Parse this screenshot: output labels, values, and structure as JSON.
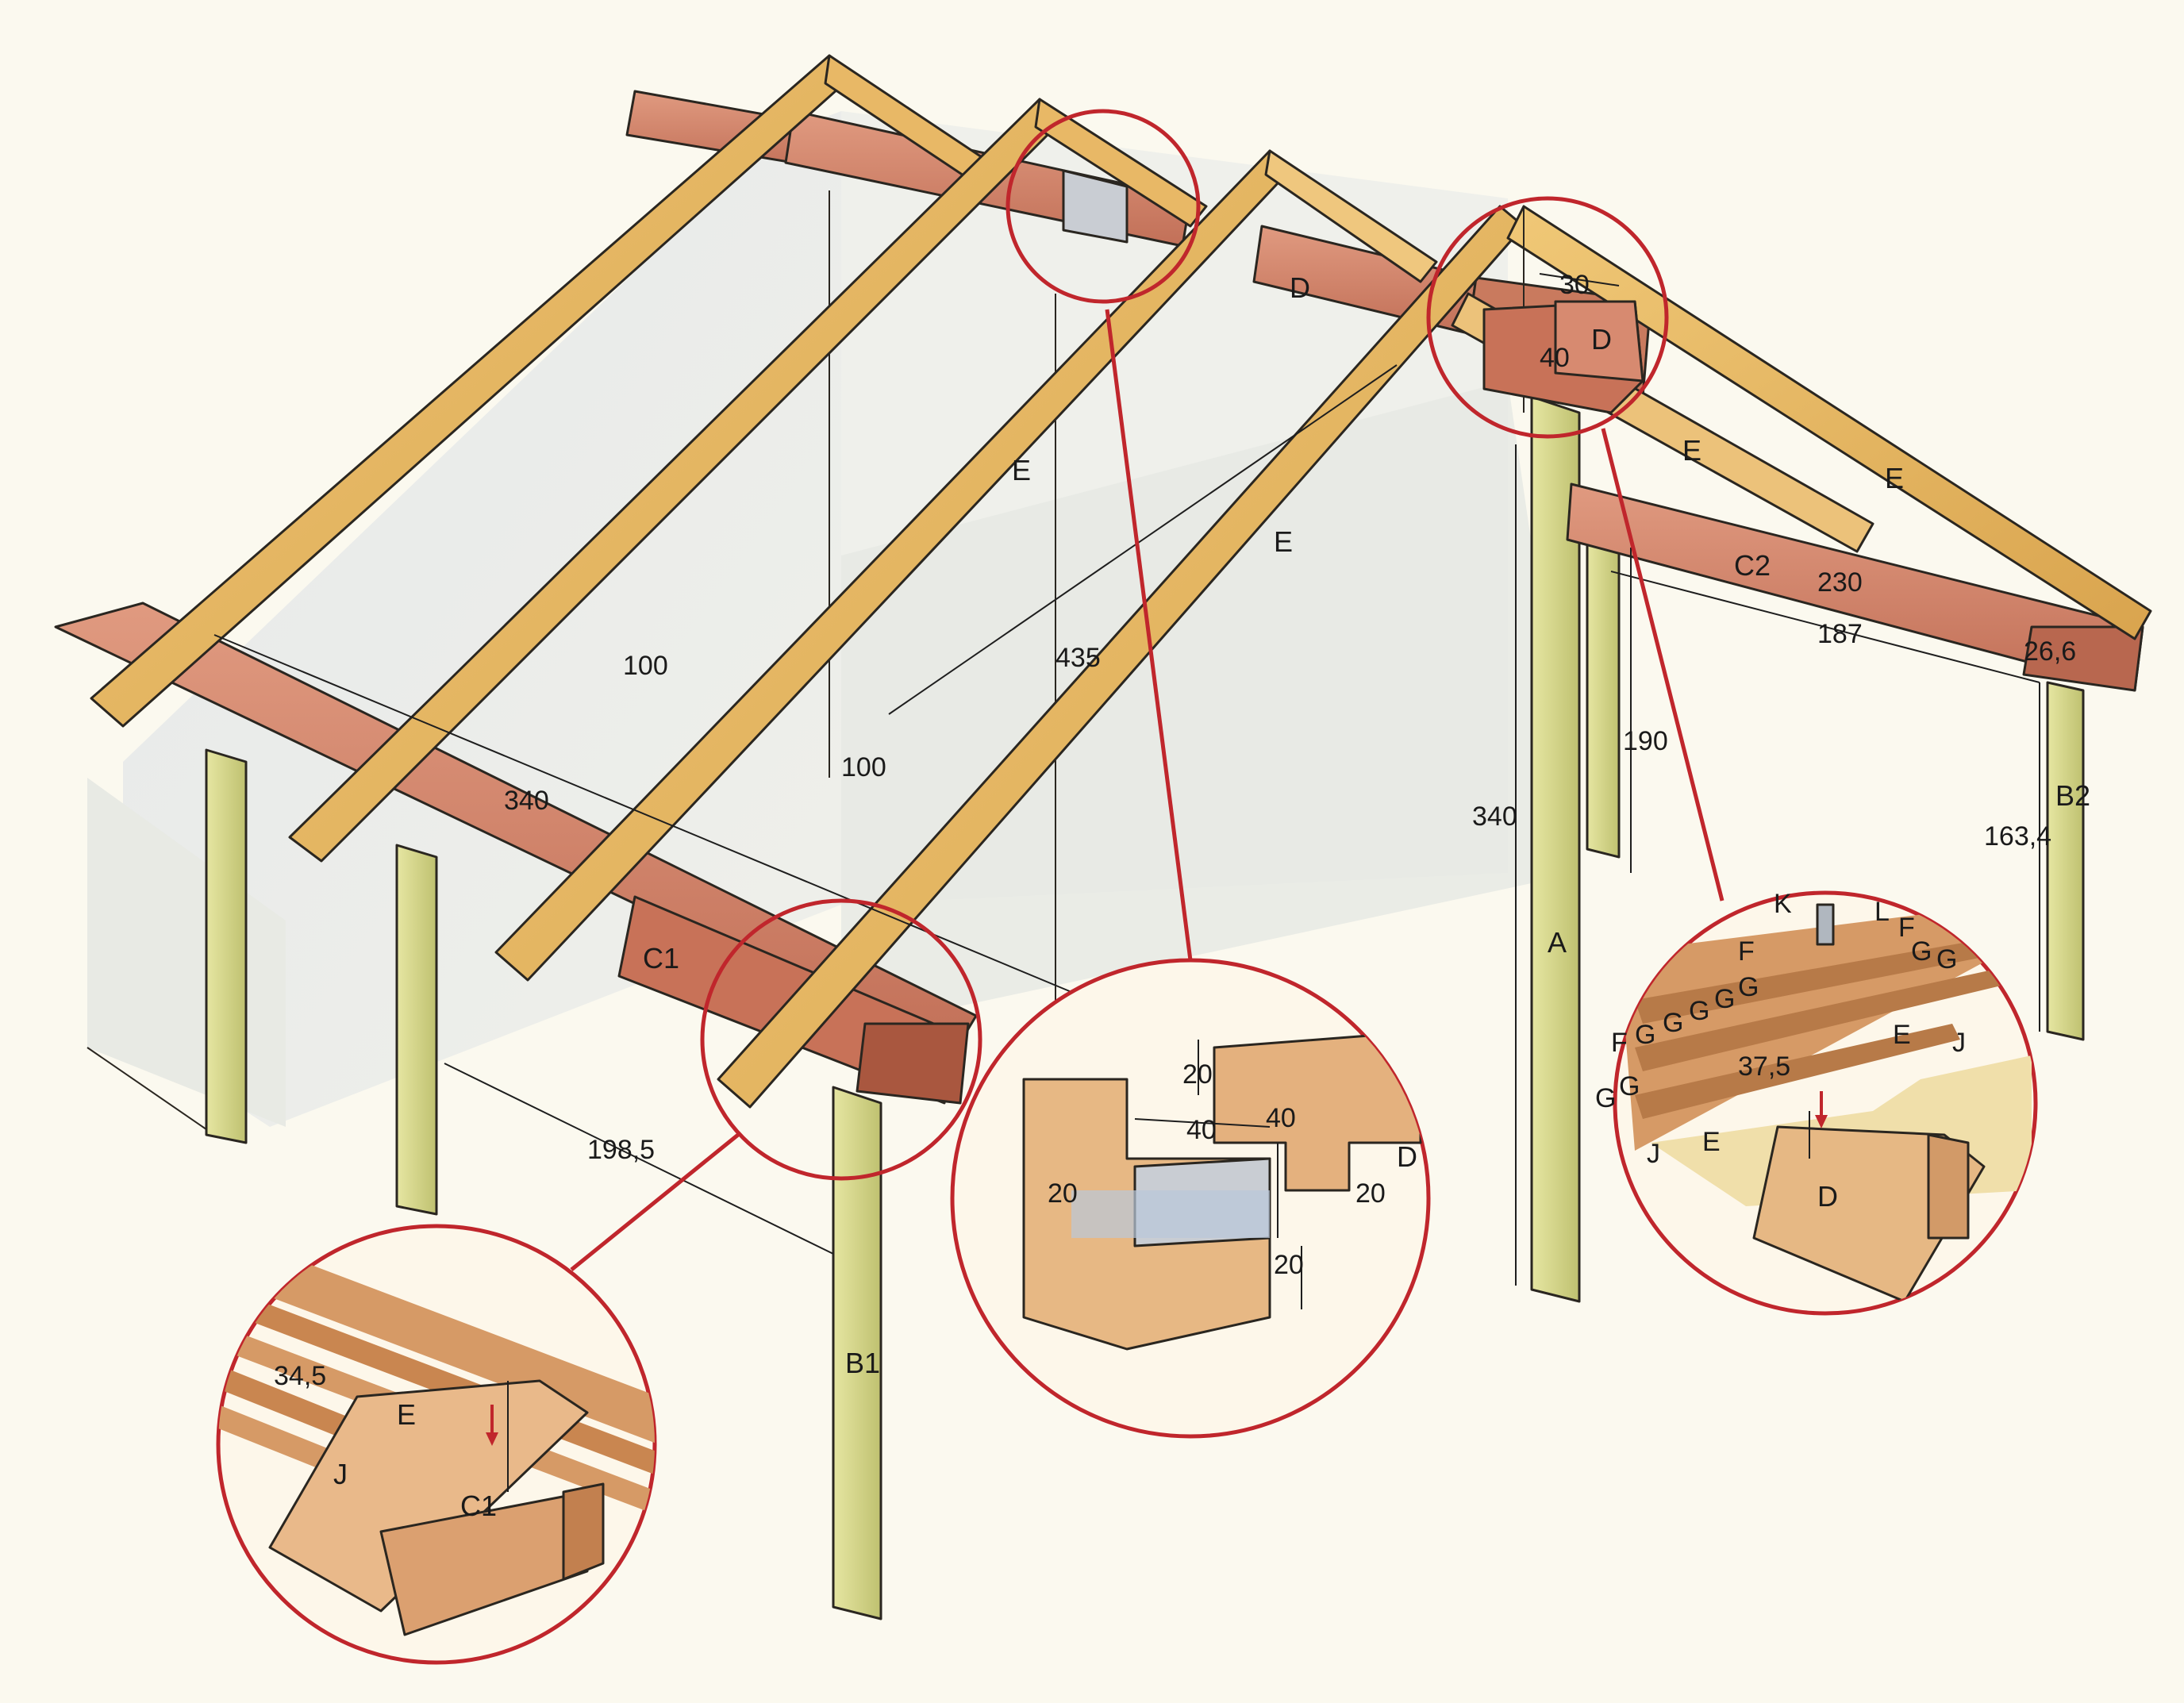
{
  "labels": {
    "d_top": "D",
    "d_corner": "D",
    "e_mid": "E",
    "e_front": "E",
    "e_right_1": "E",
    "e_right_2": "E",
    "c1": "C1",
    "c2": "C2",
    "a": "A",
    "b1": "B1",
    "b2": "B2"
  },
  "dimensions": {
    "d_100_a": "100",
    "d_100_b": "100",
    "d_340_front": "340",
    "d_435": "435",
    "d_198_5": "198,5",
    "d_340_post": "340",
    "d_190": "190",
    "d_163_4": "163,4",
    "d_230": "230",
    "d_187": "187",
    "d_26_6": "26,6",
    "d_30": "30",
    "d_40": "40"
  },
  "detail_left": {
    "dim_34_5": "34,5",
    "e": "E",
    "j": "J",
    "c1": "C1"
  },
  "detail_middle": {
    "dim_20_top": "20",
    "dim_40_left": "40",
    "dim_40_right": "40",
    "d": "D",
    "dim_20_left": "20",
    "dim_20_right": "20",
    "dim_20_bottom": "20"
  },
  "detail_right": {
    "k": "K",
    "l": "L",
    "f1": "F",
    "f2": "F",
    "f3": "F",
    "g1": "G",
    "g2": "G",
    "g3": "G",
    "g4": "G",
    "g5": "G",
    "g6": "G",
    "g7": "G",
    "g8": "G",
    "g9": "G",
    "e_top": "E",
    "e_bottom": "E",
    "j1": "J",
    "j2": "J",
    "dim_37_5": "37,5",
    "d": "D"
  },
  "colors": {
    "rafter": "#e2b25c",
    "rafter_light": "#f2d38b",
    "beam": "#d7876d",
    "beam_dark": "#b8674f",
    "post": "#d8d98c",
    "wall": "#e9ebe6",
    "wall_shadow": "#dfe3e8",
    "detail_ring": "#c0262c",
    "wood_detail": "#e7b884"
  }
}
